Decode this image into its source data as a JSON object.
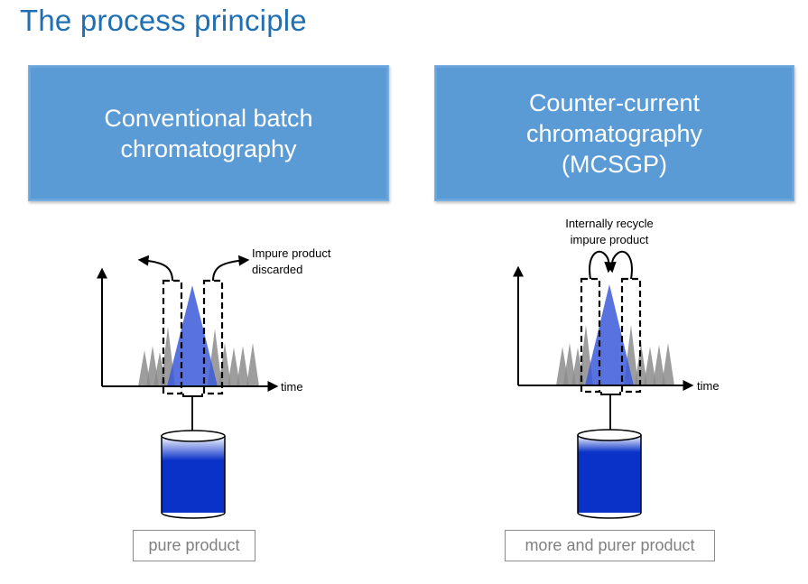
{
  "title": "The process principle",
  "left": {
    "header": "Conventional batch\nchromatography",
    "annotation": "Impure product\ndiscarded",
    "axis_label": "time",
    "result_label": "pure product"
  },
  "right": {
    "header": "Counter-current\nchromatography\n(MCSGP)",
    "annotation": "Internally recycle\nimpure product",
    "axis_label": "time",
    "result_label": "more and purer product"
  },
  "colors": {
    "title": "#1f6fb3",
    "header_box": "#5b9bd5",
    "product_peak": "#3b5bdb",
    "impurity_peak": "#8c8c8c",
    "liquid": "#0a32c8"
  }
}
